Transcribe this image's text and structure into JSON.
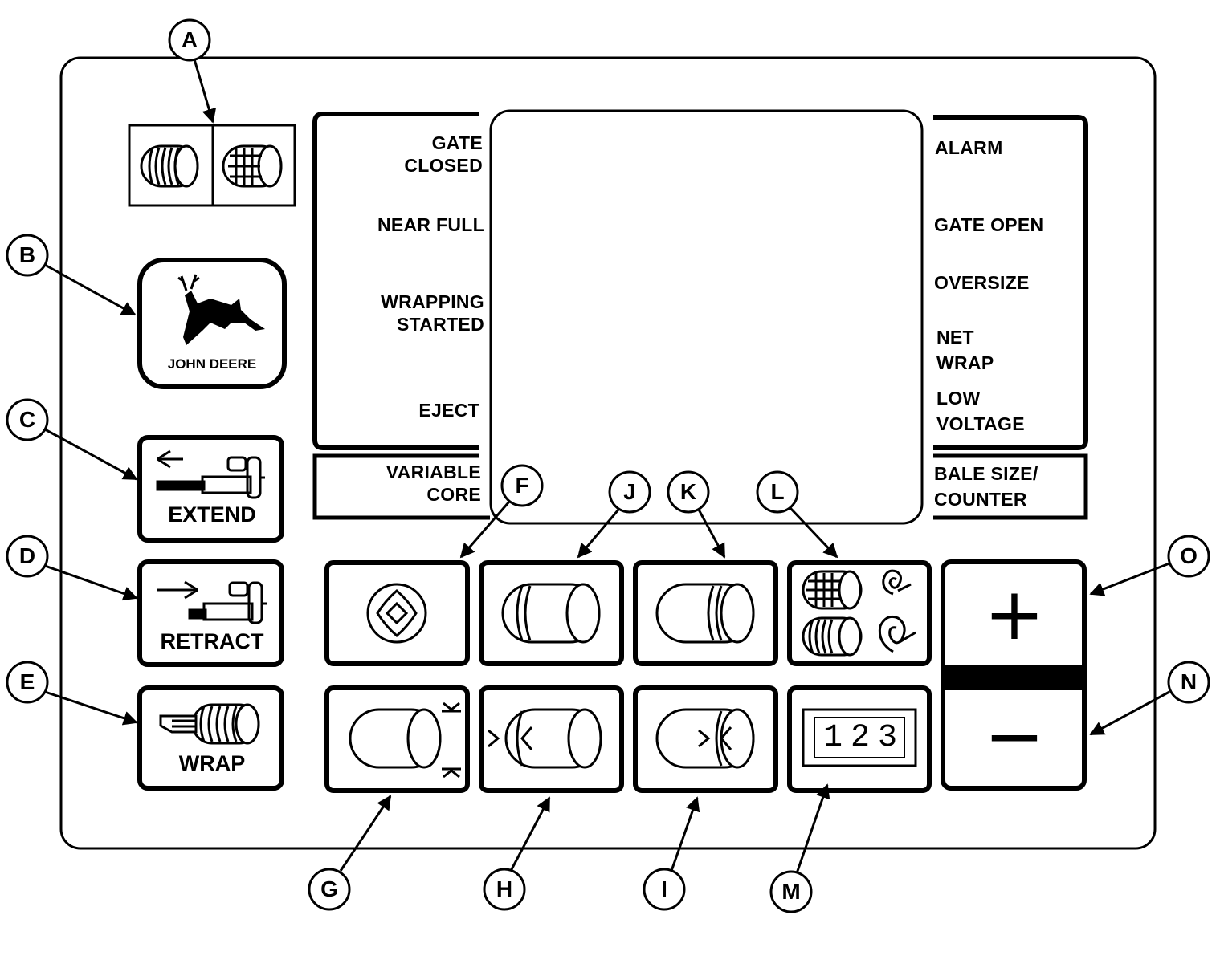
{
  "callouts": [
    "A",
    "B",
    "C",
    "D",
    "E",
    "F",
    "G",
    "H",
    "I",
    "J",
    "K",
    "L",
    "M",
    "N",
    "O"
  ],
  "indicators_left": {
    "gate_closed": [
      "GATE",
      "CLOSED"
    ],
    "near_full": "NEAR FULL",
    "wrapping_started": [
      "WRAPPING",
      "STARTED"
    ],
    "eject": "EJECT",
    "variable_core": [
      "VARIABLE",
      "CORE"
    ]
  },
  "indicators_right": {
    "alarm": "ALARM",
    "gate_open": "GATE OPEN",
    "oversize": "OVERSIZE",
    "net_wrap": [
      "NET",
      "WRAP"
    ],
    "low_voltage": [
      "LOW",
      "VOLTAGE"
    ],
    "bale_size_counter": [
      "BALE SIZE/",
      "COUNTER"
    ]
  },
  "buttons": {
    "brand": "JOHN DEERE",
    "extend": "EXTEND",
    "retract": "RETRACT",
    "wrap": "WRAP",
    "plus": "+",
    "minus": "−"
  },
  "counter_digits": [
    "1",
    "2",
    "3"
  ],
  "colors": {
    "ink": "#000000",
    "paper": "#ffffff"
  }
}
